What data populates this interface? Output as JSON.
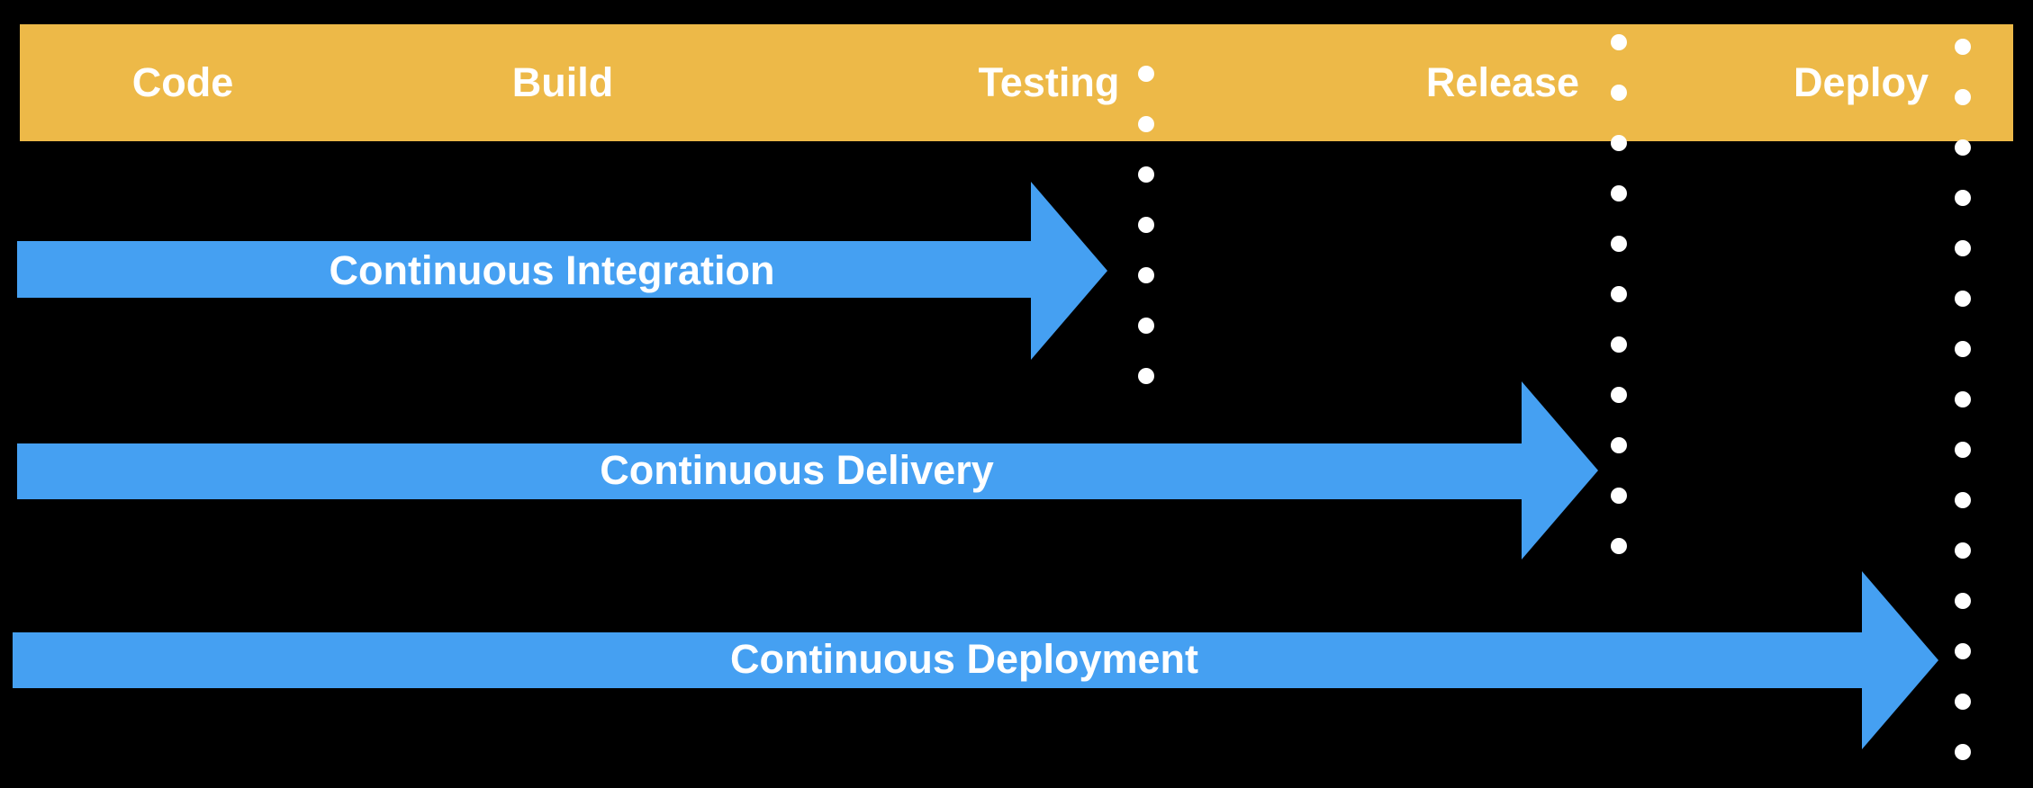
{
  "title": "CI/CD pipeline stages diagram",
  "colors": {
    "background": "#000000",
    "stage_bar": "#EDB948",
    "arrow": "#45A0F2",
    "text": "#FFFFFF",
    "dot": "#FFFFFF"
  },
  "header": {
    "stages": [
      {
        "label": "Code"
      },
      {
        "label": "Build"
      },
      {
        "label": "Testing"
      },
      {
        "label": "Release"
      },
      {
        "label": "Deploy"
      }
    ]
  },
  "arrows": [
    {
      "label": "Continuous Integration"
    },
    {
      "label": "Continuous Delivery"
    },
    {
      "label": "Continuous Deployment"
    }
  ],
  "separators": [
    {
      "after_stage": "Testing",
      "dot_count": 7
    },
    {
      "after_stage": "Release",
      "dot_count": 11
    },
    {
      "after_stage": "Deploy",
      "dot_count": 15
    }
  ]
}
